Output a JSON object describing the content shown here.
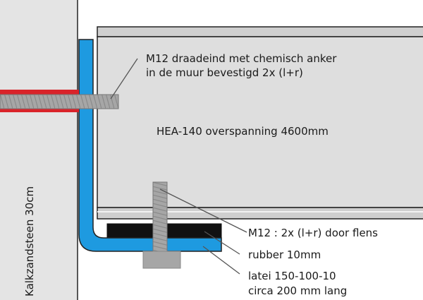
{
  "labels": {
    "wall": "Kalkzandsteen 30cm",
    "rod_line1": "M12 draadeind met chemisch anker",
    "rod_line2": "in de muur bevestigd 2x (l+r)",
    "beam": "HEA-140 overspanning 4600mm",
    "bolt": "M12 : 2x (l+r) door flens",
    "rubber": "rubber 10mm",
    "lintel_line1": "latei 150-100-10",
    "lintel_line2": "circa 200 mm lang"
  },
  "colors": {
    "background": "#ffffff",
    "wall_fill": "#e4e4e4",
    "beam_fill": "#dedede",
    "steel_grey": "#a6a6a6",
    "lintel_blue": "#1e9ae0",
    "rubber_black": "#111111",
    "chemical_anchor_red": "#d9232a",
    "outline": "#222222",
    "leader_line": "#555555",
    "text": "#1a1a1a"
  }
}
